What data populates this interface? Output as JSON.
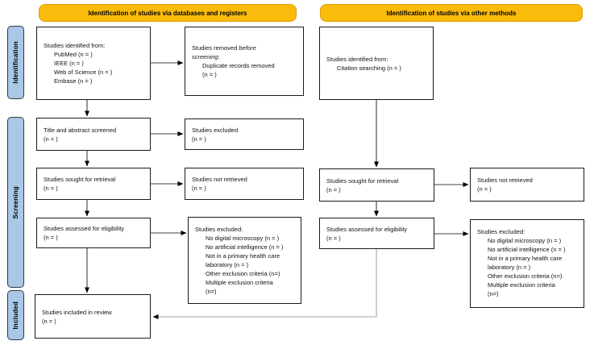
{
  "headers": {
    "databases": "Identification of studies via databases and registers",
    "other_methods": "Identification of studies via other methods"
  },
  "stages": {
    "identification": "Identification",
    "screening": "Screening",
    "included": "Included"
  },
  "boxes": {
    "db_identified": {
      "title": "Studies identified from:",
      "items": [
        "PubMed (n = )",
        "IEEE (n = )",
        "Web of Science (n = )",
        "Embase (n = )"
      ]
    },
    "removed_before_screening": {
      "line1_pre": "Studies removed ",
      "line1_em": "before",
      "line2_em": "screening",
      "line2_post": ":",
      "items": [
        "Duplicate records removed",
        "(n = )"
      ]
    },
    "other_identified": {
      "title": "Studies identified from:",
      "items": [
        "Citation searching (n = )"
      ]
    },
    "title_abstract_screened": {
      "line1": "Title and abstract screened",
      "line2": "(n = )"
    },
    "studies_excluded_screening": {
      "line1": "Studies excluded",
      "line2": "(n = )"
    },
    "sought_retrieval_db": {
      "line1": "Studies sought for retrieval",
      "line2": "(n = )"
    },
    "not_retrieved_db": {
      "line1": "Studies not retrieved",
      "line2": "(n = )"
    },
    "sought_retrieval_other": {
      "line1": "Studies sought for retrieval",
      "line2": "(n = )"
    },
    "not_retrieved_other": {
      "line1": "Studies not retrieved",
      "line2": "(n = )"
    },
    "assessed_eligibility_db": {
      "line1": "Studies assessed for eligibility",
      "line2": "(n = )"
    },
    "excluded_eligibility_db": {
      "title": "Studies excluded:",
      "items": [
        "No digital microscopy (n = )",
        "No artificial intelligence (n = )",
        "Not in a primary health care",
        "laboratory (n = )",
        "Other exclusion criteria (n=)",
        "Multiple exclusion criteria",
        "(n=)"
      ]
    },
    "assessed_eligibility_other": {
      "line1": "Studies assessed for eligibility",
      "line2": "(n = )"
    },
    "excluded_eligibility_other": {
      "title": "Studies excluded:",
      "items": [
        "No digital microscopy (n = )",
        "No artificial intelligence (n = )",
        "Not in a primary health care",
        "laboratory (n = )",
        "Other exclusion criteria (n=)",
        "Multiple exclusion criteria",
        "(n=)"
      ]
    },
    "included_review": {
      "line1": "Studies included in review",
      "line2": "(n = )"
    }
  },
  "colors": {
    "header_fill": "#FBBB0C",
    "header_border": "#DE9B00",
    "stage_fill": "#A9C7E6",
    "stage_border": "#2E3B47",
    "box_border": "#1A1A1A",
    "arrow": "#404040",
    "elbow_arrow": "#A6A6A6",
    "arrowhead": "#000000"
  }
}
